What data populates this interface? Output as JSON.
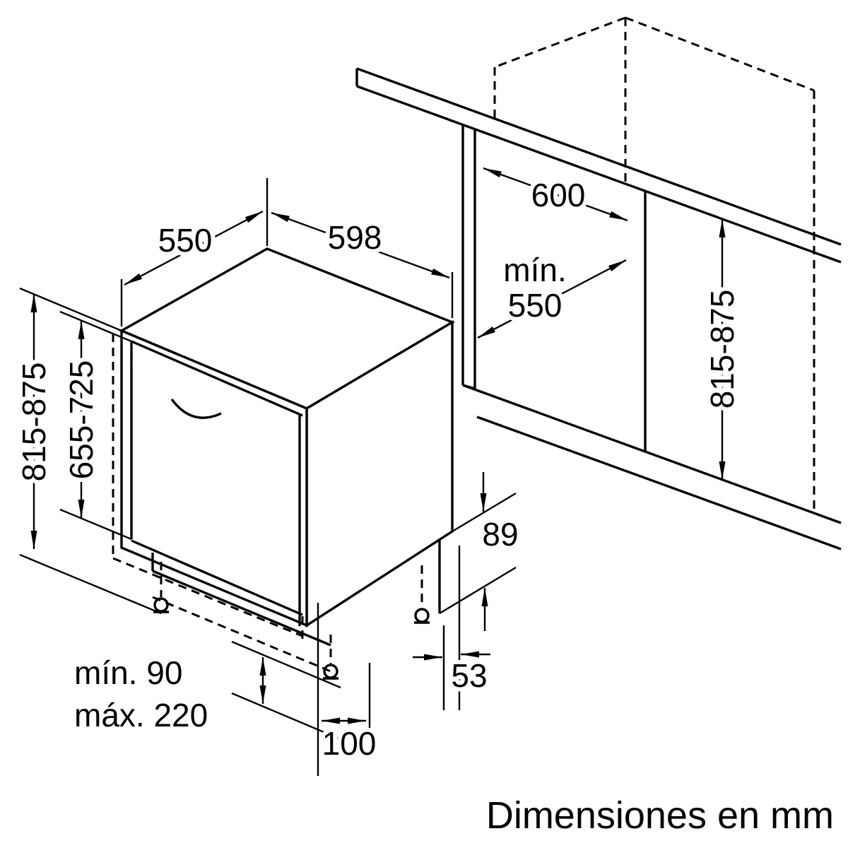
{
  "diagram": {
    "caption": "Dimensiones en mm",
    "colors": {
      "line": "#000000",
      "background": "#ffffff"
    },
    "dimensions": {
      "top_depth": "550",
      "front_width": "598",
      "niche_width": "600",
      "niche_depth_prefix": "mín.",
      "niche_depth_value": "550",
      "appliance_height": "815-875",
      "door_panel_height": "655-725",
      "niche_height": "815-875",
      "base_rear_height": "89",
      "rear_foot_offset": "53",
      "plinth_recess_depth": "100",
      "plinth_height_min": "mín. 90",
      "plinth_height_max": "máx. 220"
    }
  }
}
